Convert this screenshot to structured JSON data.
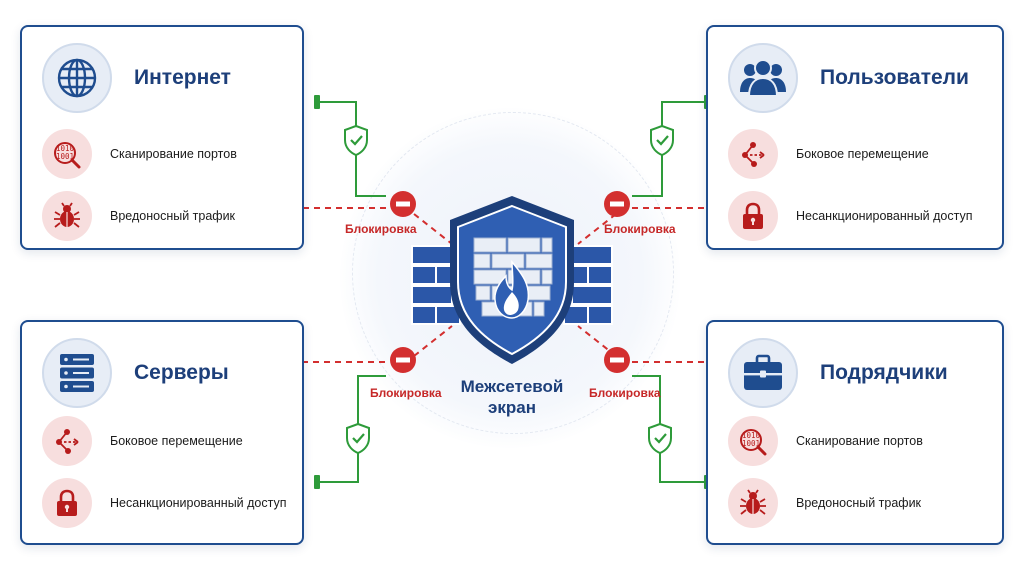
{
  "cards": {
    "internet": {
      "title": "Интернет",
      "icon": "globe-icon",
      "items": [
        {
          "label": "Сканирование портов",
          "icon": "binary-search-icon"
        },
        {
          "label": "Вредоносный трафик",
          "icon": "bug-icon"
        }
      ]
    },
    "users": {
      "title": "Пользователи",
      "icon": "users-icon",
      "items": [
        {
          "label": "Боковое перемещение",
          "icon": "lateral-movement-icon"
        },
        {
          "label": "Несанкционированный доступ",
          "icon": "lock-icon"
        }
      ]
    },
    "servers": {
      "title": "Серверы",
      "icon": "server-icon",
      "items": [
        {
          "label": "Боковое перемещение",
          "icon": "lateral-movement-icon"
        },
        {
          "label": "Несанкционированный доступ",
          "icon": "lock-icon"
        }
      ]
    },
    "contractors": {
      "title": "Подрядчики",
      "icon": "briefcase-icon",
      "items": [
        {
          "label": "Сканирование портов",
          "icon": "binary-search-icon"
        },
        {
          "label": "Вредоносный трафик",
          "icon": "bug-icon"
        }
      ]
    }
  },
  "blocks": {
    "top_left": "Блокировка",
    "top_right": "Блокировка",
    "bottom_left": "Блокировка",
    "bottom_right": "Блокировка"
  },
  "firewall": {
    "label_line1": "Межсетевой",
    "label_line2": "экран"
  },
  "colors": {
    "card_border": "#1f4d8f",
    "title": "#1d3f7a",
    "allowed": "#2e9b3a",
    "blocked": "#c62828",
    "threat_bg": "#f7dede"
  }
}
